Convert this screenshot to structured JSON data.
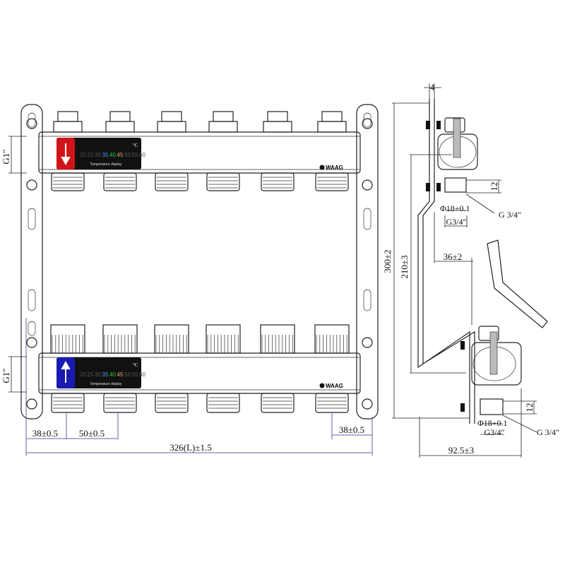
{
  "front_view": {
    "temperature_display": {
      "unit": "°C",
      "scale": [
        "20",
        "25",
        "30",
        "35",
        "40",
        "45",
        "50",
        "55",
        "60"
      ],
      "scale_colors": [
        "#555555",
        "#555555",
        "#555555",
        "#3aa0ff",
        "#33cc33",
        "#d9b060",
        "#555555",
        "#555555",
        "#555555"
      ],
      "label": "Temperature display"
    },
    "brand_logo": "WAAG",
    "supply_arrow_color": "#d0141a",
    "return_arrow_color": "#1a1ab0",
    "outlet_count": 6,
    "dimensions": {
      "inlet_top": "G1″",
      "inlet_bottom": "G1″",
      "left_offset": "38±0.5",
      "pitch": "50±0.5",
      "right_offset": "38±0.5",
      "total_length": "326(L)±1.5"
    }
  },
  "side_view": {
    "dimensions": {
      "plate_thickness": "4",
      "height_total": "300±2",
      "height_centers": "210±3",
      "offset": "36±2",
      "depth": "92.5±3",
      "top_thread_length": "12",
      "top_bore": "Φ18+0.1",
      "top_thread": "G3/4″",
      "top_callout": "G 3/4″",
      "bottom_thread_length": "12",
      "bottom_bore": "Φ18+0.1",
      "bottom_thread": "G3/4″",
      "bottom_callout": "G 3/4″"
    }
  }
}
